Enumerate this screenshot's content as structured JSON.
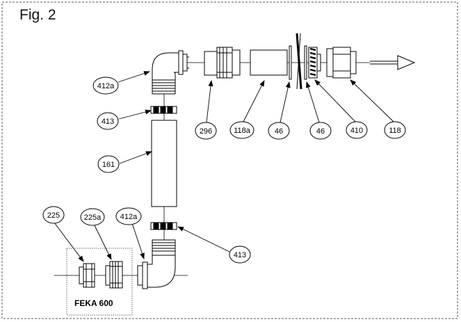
{
  "figure": {
    "title": "Fig. 2"
  },
  "box_label": "FEKA 600",
  "callouts": {
    "c412a_top": "412a",
    "c296": "296",
    "c118a": "118a",
    "c46a": "46",
    "c46b": "46",
    "c410": "410",
    "c118": "118",
    "c413_top": "413",
    "c161": "161",
    "c225": "225",
    "c225a": "225a",
    "c412a_bottom": "412a",
    "c413_bottom": "413"
  }
}
